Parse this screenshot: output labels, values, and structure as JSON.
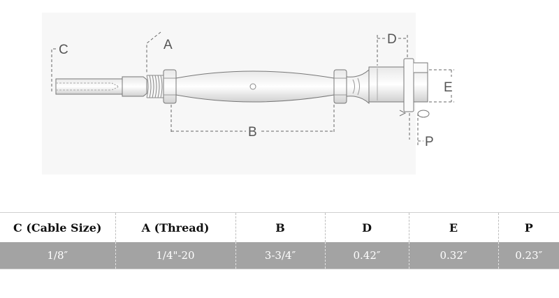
{
  "diagram": {
    "labels": {
      "c": "C",
      "a": "A",
      "b": "B",
      "d": "D",
      "e": "E",
      "p": "P"
    }
  },
  "table": {
    "headers": [
      "C (Cable Size)",
      "A (Thread)",
      "B",
      "D",
      "E",
      "P"
    ],
    "values": [
      "1/8″",
      "1/4\"-20",
      "3-3/4″",
      "0.42″",
      "0.32″",
      "0.23″"
    ]
  }
}
